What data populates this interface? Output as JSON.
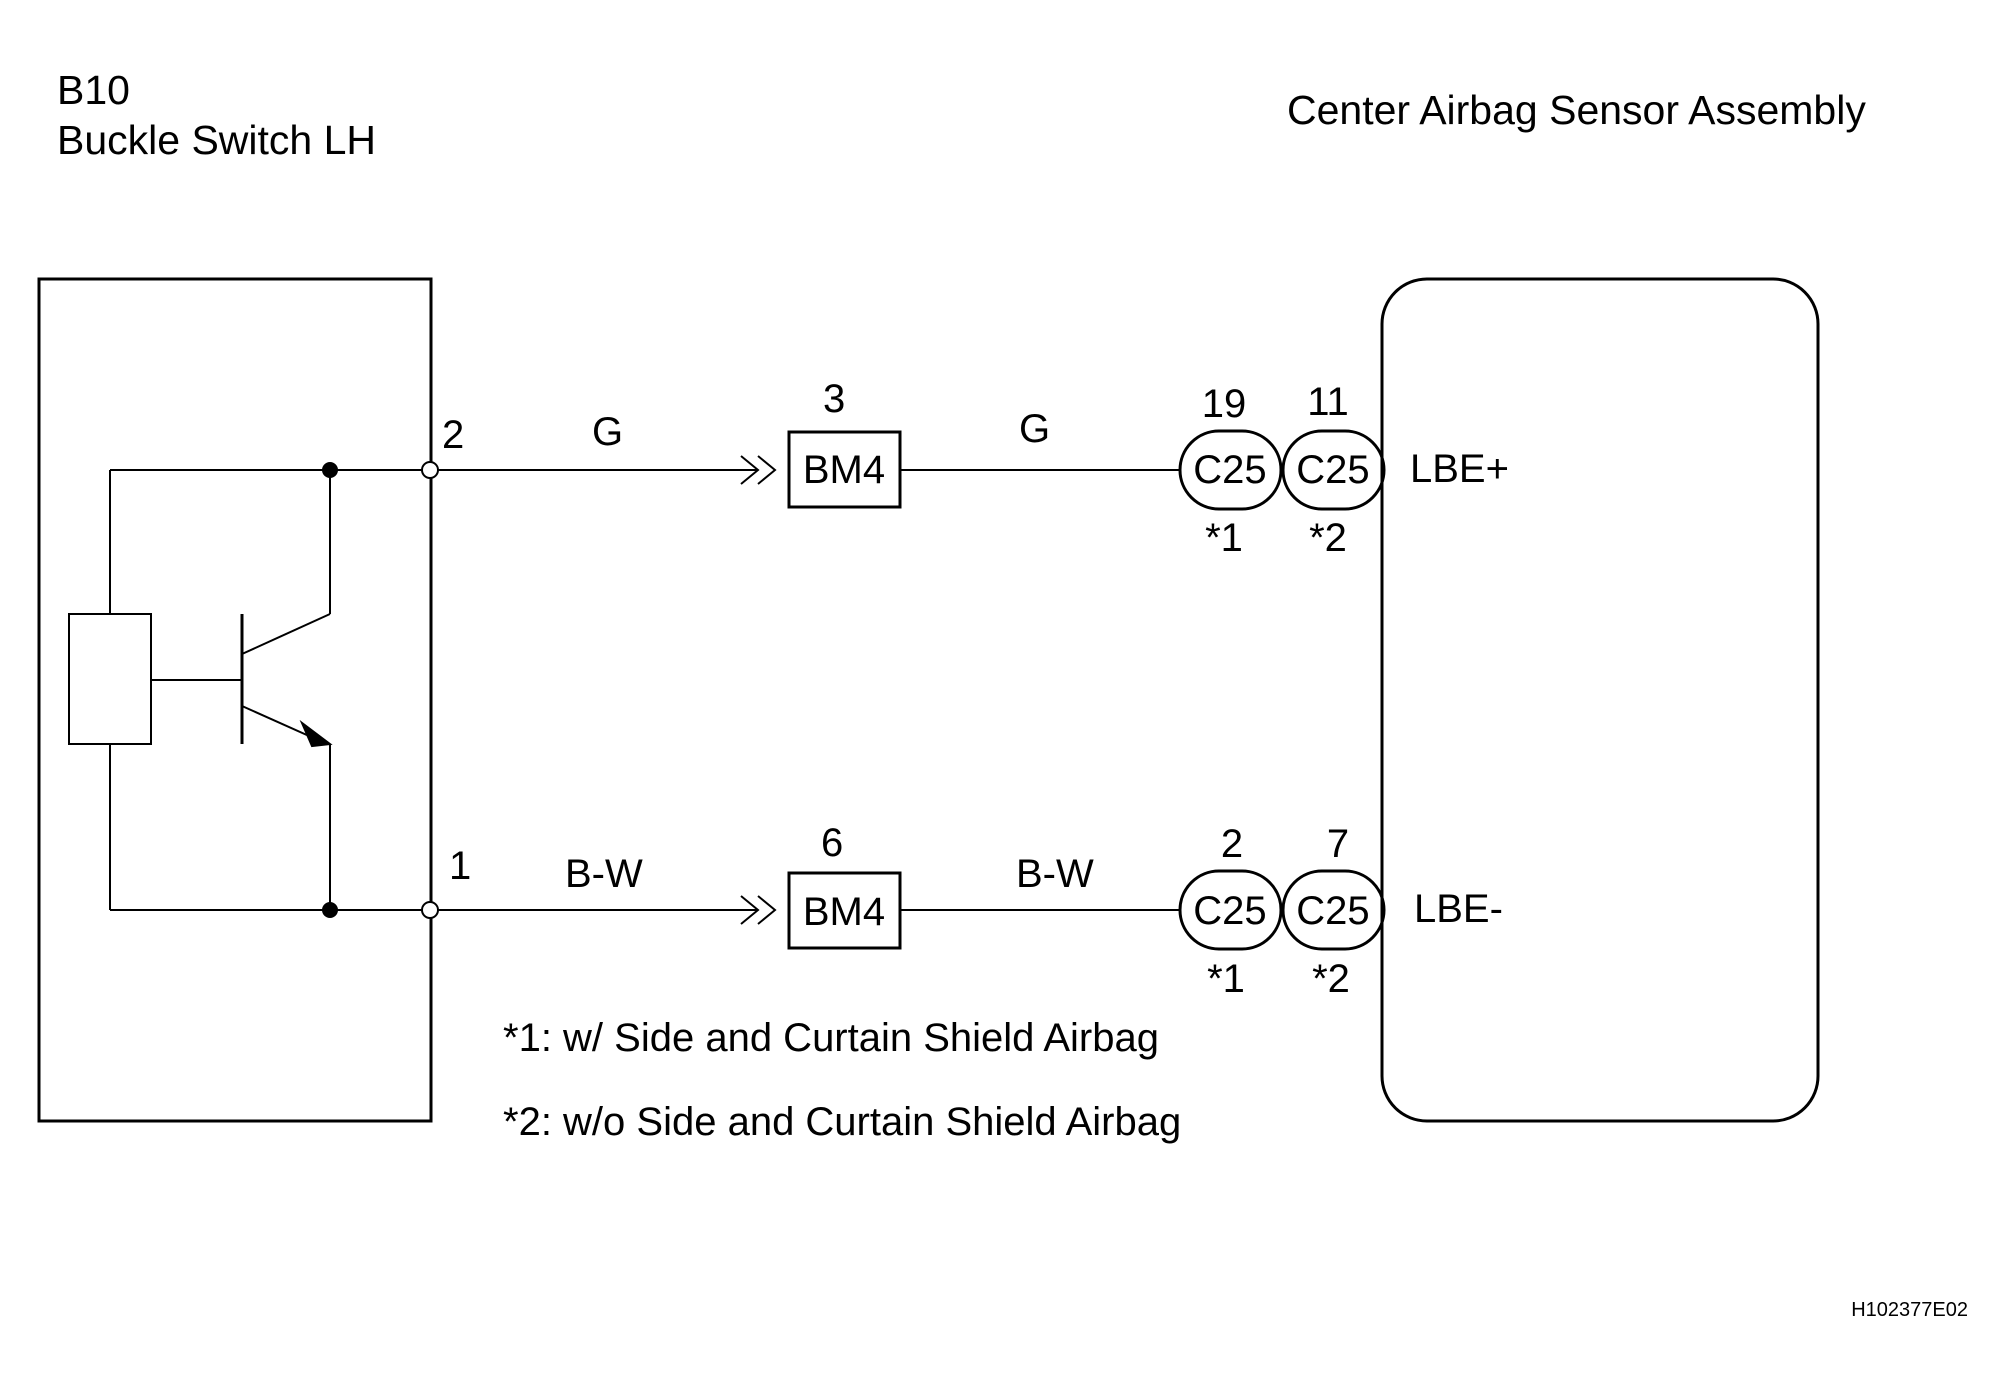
{
  "left_component": {
    "code": "B10",
    "name": "Buckle Switch LH"
  },
  "right_component": {
    "name": "Center Airbag Sensor Assembly"
  },
  "wires": [
    {
      "switch_pin": "2",
      "color_left": "G",
      "junction_pin": "3",
      "junction_label": "BM4",
      "color_right": "G",
      "pins": [
        "19",
        "11"
      ],
      "connectors": [
        "C25",
        "C25"
      ],
      "notes": [
        "*1",
        "*2"
      ],
      "terminal": "LBE+"
    },
    {
      "switch_pin": "1",
      "color_left": "B-W",
      "junction_pin": "6",
      "junction_label": "BM4",
      "color_right": "B-W",
      "pins": [
        "2",
        "7"
      ],
      "connectors": [
        "C25",
        "C25"
      ],
      "notes": [
        "*1",
        "*2"
      ],
      "terminal": "LBE-"
    }
  ],
  "footnotes": [
    "*1: w/ Side and Curtain Shield Airbag",
    "*2: w/o Side and Curtain Shield Airbag"
  ],
  "figure_code": "H102377E02"
}
